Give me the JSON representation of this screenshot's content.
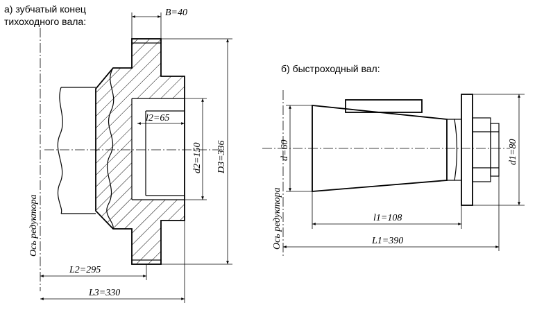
{
  "left_view": {
    "caption_line1": "а) зубчатый  конец",
    "caption_line2": "тихоходного  вала:",
    "dim_B": "B=40",
    "dim_l2": "l2=65",
    "dim_d2": "d2=150",
    "dim_D3": "D3=336",
    "dim_L2": "L2=295",
    "dim_L3": "L3=330",
    "axis_label": "Ось редуктора"
  },
  "right_view": {
    "caption": "б)  быстроходный вал:",
    "dim_d": "d=60",
    "dim_d1": "d1=80",
    "dim_l1": "l1=108",
    "dim_L1": "L1=390",
    "axis_label": "Ось редуктора"
  }
}
